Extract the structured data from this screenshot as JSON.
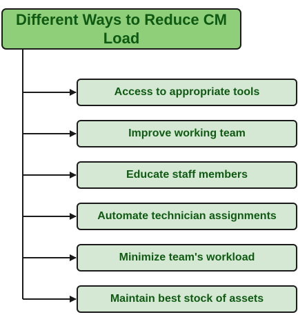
{
  "title": "Different Ways to Reduce CM Load",
  "items": [
    {
      "label": "Access to appropriate tools"
    },
    {
      "label": "Improve working team"
    },
    {
      "label": "Educate staff members"
    },
    {
      "label": "Automate technician assignments"
    },
    {
      "label": "Minimize team's workload"
    },
    {
      "label": "Maintain best stock of assets"
    }
  ],
  "colors": {
    "title_fill": "#8fcf7a",
    "item_fill": "#d5e8d4",
    "text": "#0f5a12",
    "stroke": "#1a1a1a"
  }
}
